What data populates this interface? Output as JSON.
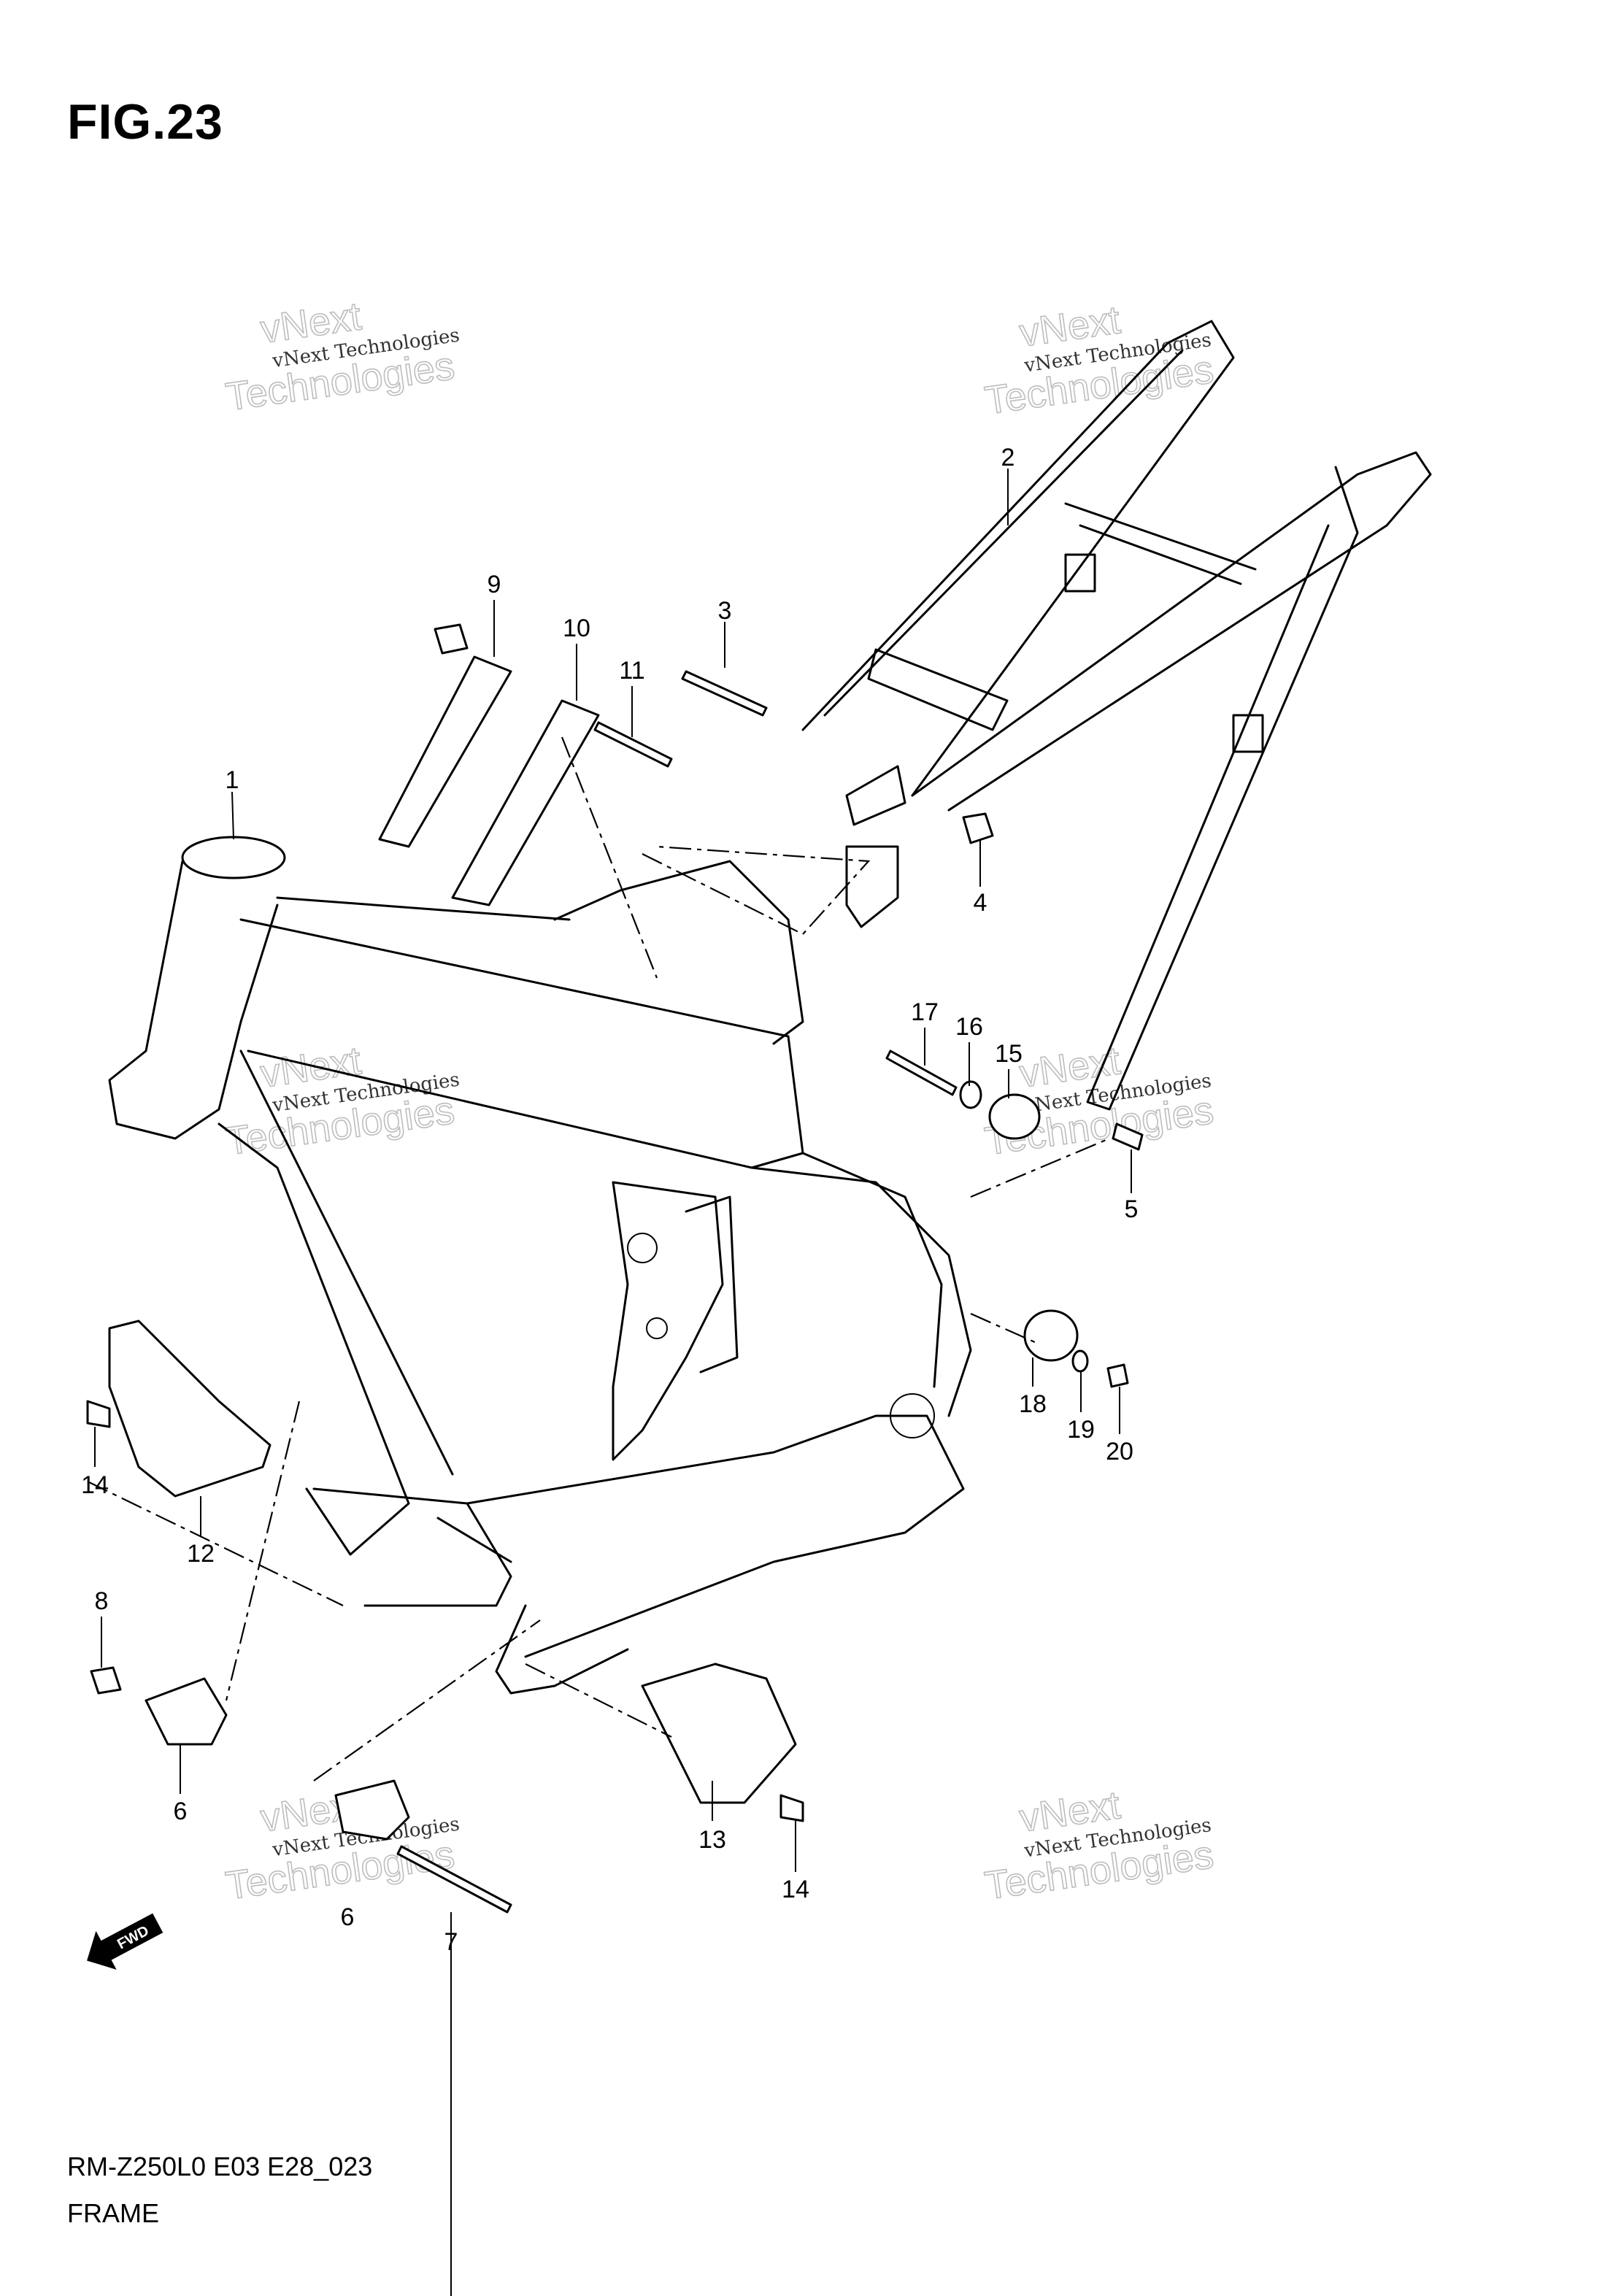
{
  "figure_title": "FIG.23",
  "model_code": "RM-Z250L0 E03 E28_023",
  "section_name": "FRAME",
  "fwd_label": "FWD",
  "watermark": {
    "line1": "vNext Technologies",
    "line2": "vNext",
    "line3": "Technologies"
  },
  "callouts": [
    "1",
    "2",
    "3",
    "4",
    "5",
    "6",
    "6",
    "7",
    "8",
    "9",
    "10",
    "11",
    "12",
    "13",
    "14",
    "14",
    "15",
    "16",
    "17",
    "18",
    "19",
    "20"
  ]
}
